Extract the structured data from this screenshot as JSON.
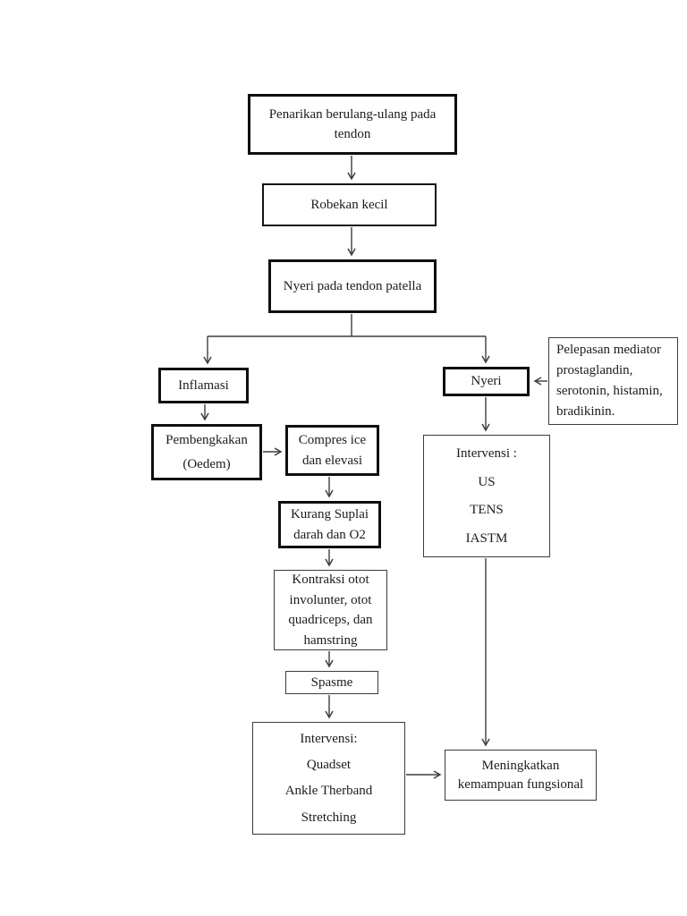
{
  "diagram": {
    "background": "#ffffff",
    "colors": {
      "thick_border": "#0f0f0f",
      "thin_border": "#3d3d3d",
      "connector_line": "#3f3f3f",
      "text": "#1c1c1c"
    },
    "boxes": {
      "penarikan": {
        "lines": [
          "Penarikan berulang-ulang pada",
          "tendon"
        ]
      },
      "robekan": {
        "label": "Robekan kecil"
      },
      "nyeri_tendon": {
        "label": "Nyeri pada tendon patella"
      },
      "inflamasi": {
        "label": "Inflamasi"
      },
      "pembengkakan": {
        "lines": [
          "Pembengkakan",
          "(Oedem)"
        ]
      },
      "compres": {
        "lines": [
          "Compres ice",
          "dan elevasi"
        ]
      },
      "kurang_suplai": {
        "lines": [
          "Kurang Suplai",
          "darah dan O2"
        ]
      },
      "kontraksi": {
        "lines": [
          "Kontraksi otot",
          "involunter, otot",
          "quadriceps, dan",
          "hamstring"
        ]
      },
      "spasme": {
        "label": "Spasme"
      },
      "intervensi_spasme": {
        "lines": [
          "Intervensi:",
          "Quadset",
          "Ankle Therband",
          "Stretching"
        ]
      },
      "meningkatkan": {
        "lines": [
          "Meningkatkan",
          "kemampuan fungsional"
        ]
      },
      "nyeri": {
        "label": "Nyeri"
      },
      "pelepasan": {
        "lines": [
          "Pelepasan mediator",
          "prostaglandin,",
          "serotonin, histamin,",
          "bradikinin."
        ]
      },
      "intervensi_nyeri": {
        "lines": [
          "Intervensi :",
          "US",
          "TENS",
          "IASTM"
        ]
      }
    }
  }
}
